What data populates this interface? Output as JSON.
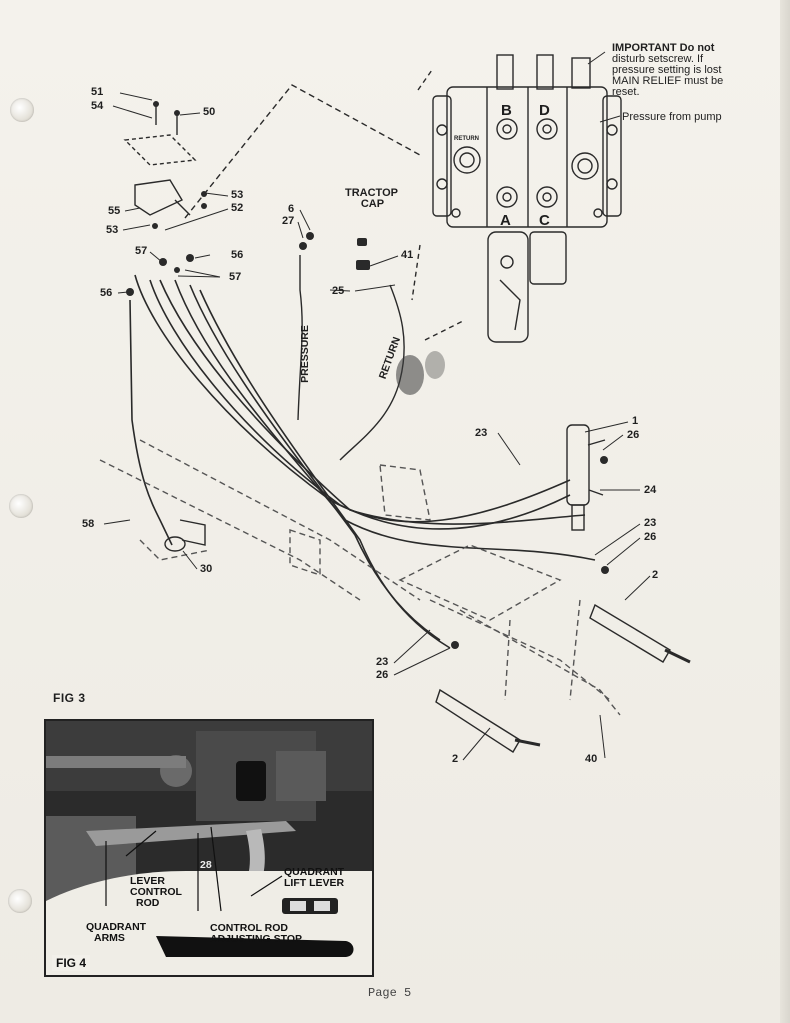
{
  "page": {
    "number_label": "Page 5"
  },
  "fig3": {
    "label": "FIG 3",
    "valve_callouts": {
      "important_lines": [
        "IMPORTANT Do not",
        "disturb setscrew.  If",
        "pressure setting is lost",
        "MAIN RELIEF must be",
        "reset."
      ],
      "pressure_from_pump": "Pressure from pump",
      "return": "RETURN",
      "ports": [
        "B",
        "D",
        "A",
        "C"
      ]
    },
    "hose_labels": {
      "pressure": "PRESSURE",
      "return": "RETURN"
    },
    "tractor_cap": [
      "TRACTOP",
      "CAP"
    ],
    "part_numbers": {
      "p51": "51",
      "p54": "54",
      "p50": "50",
      "p55": "55",
      "p53a": "53",
      "p53b": "53",
      "p52": "52",
      "p6": "6",
      "p27": "27",
      "p41": "41",
      "p25": "25",
      "p57a": "57",
      "p57b": "57",
      "p56a": "56",
      "p56b": "56",
      "p1": "1",
      "p26a": "26",
      "p23a": "23",
      "p24": "24",
      "p23b": "23",
      "p26b": "26",
      "p58": "58",
      "p30": "30",
      "p2a": "2",
      "p23c": "23",
      "p26c": "26",
      "p2b": "2",
      "p40": "40"
    }
  },
  "fig4": {
    "label": "FIG 4",
    "callouts": {
      "p28": "28",
      "quadrant_lift_lever": [
        "QUADRANT",
        "LIFT LEVER"
      ],
      "lever_control_rod": [
        "LEVER",
        "CONTROL",
        "ROD"
      ],
      "quadrant_arms": [
        "QUADRANT",
        "ARMS"
      ],
      "control_rod_adjusting_stop": [
        "CONTROL ROD",
        "ADJUSTING STOP"
      ]
    }
  }
}
